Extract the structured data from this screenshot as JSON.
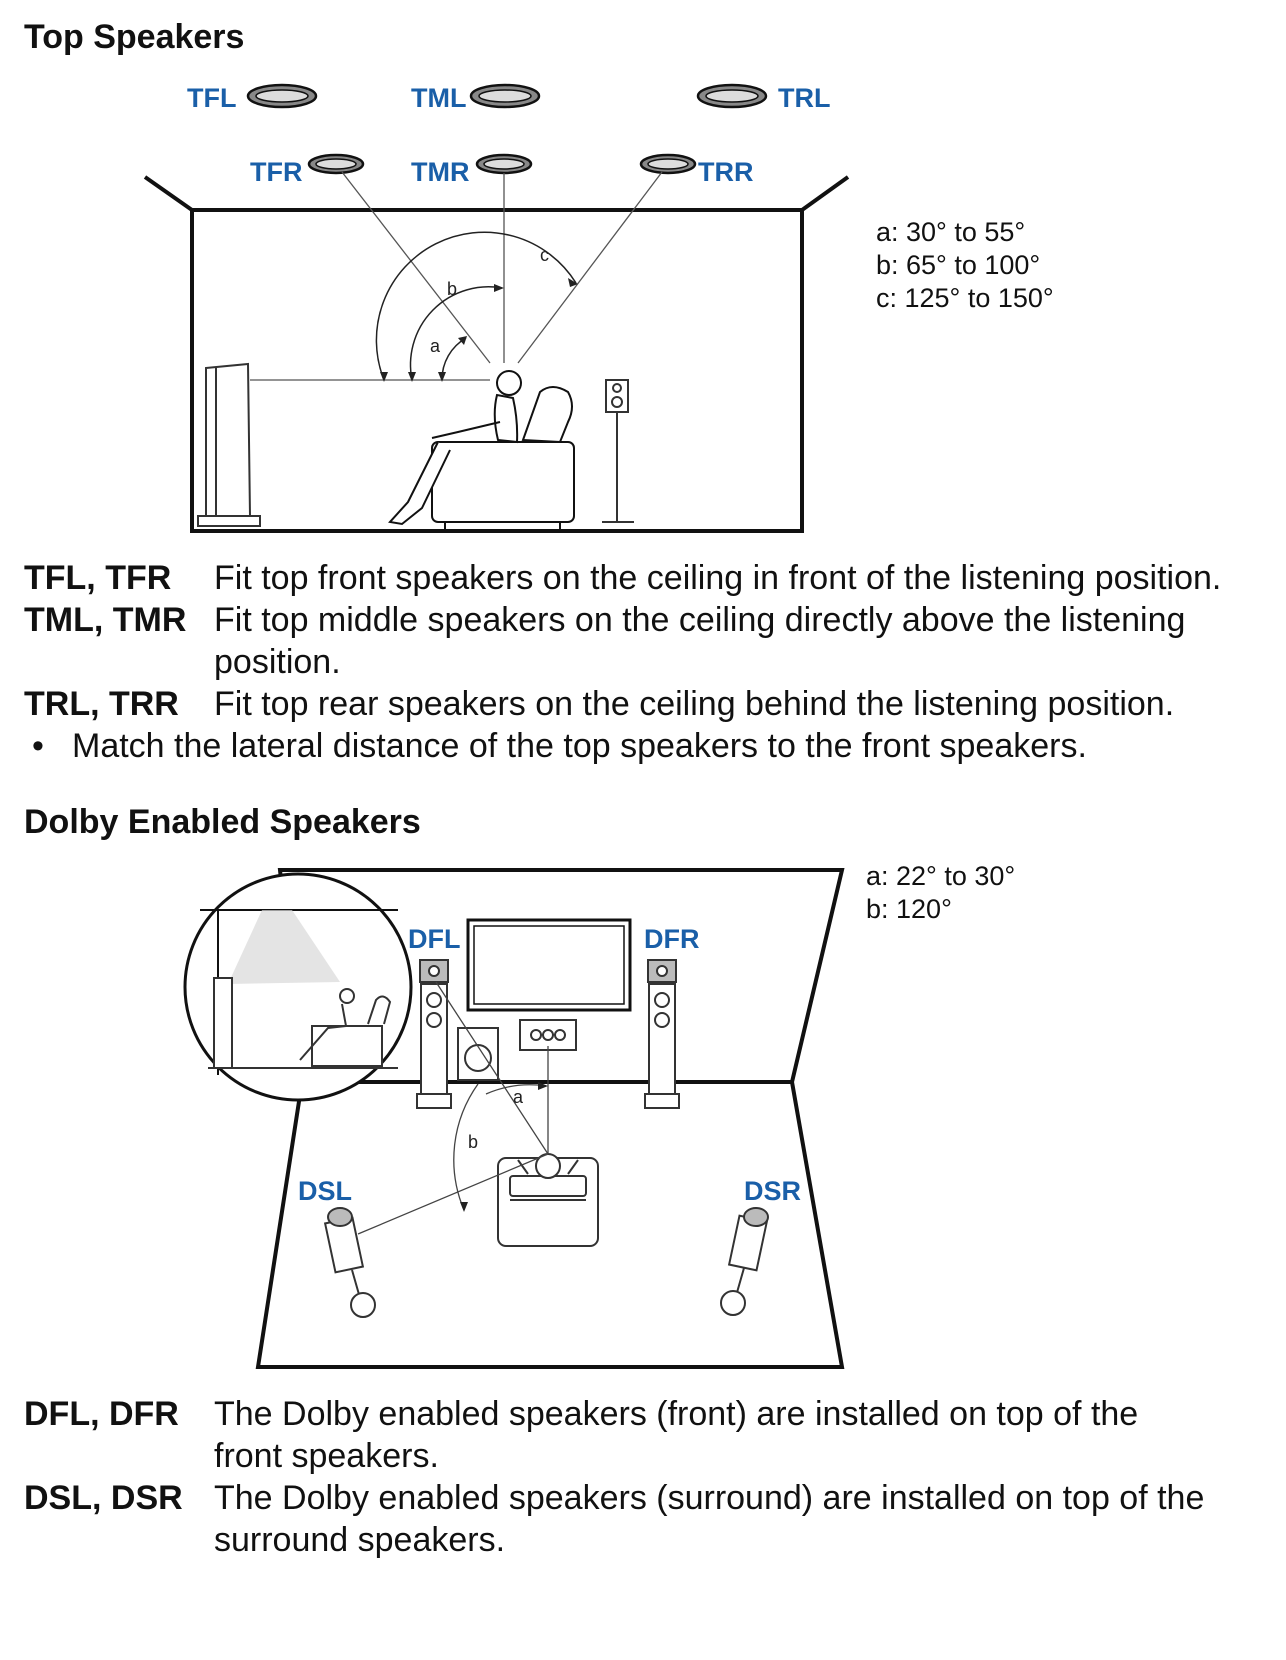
{
  "top_section": {
    "heading": "Top Speakers",
    "labels": {
      "tfl": "TFL",
      "tml": "TML",
      "trl": "TRL",
      "tfr": "TFR",
      "tmr": "TMR",
      "trr": "TRR",
      "a": "a",
      "b": "b",
      "c": "c"
    },
    "angle_legend": [
      "a: 30° to 55°",
      "b: 65° to 100°",
      "c: 125° to 150°"
    ],
    "descriptions": [
      {
        "term": "TFL, TFR",
        "text": "Fit top front speakers on the ceiling in front of the listening position."
      },
      {
        "term": "TML, TMR",
        "text": "Fit top middle speakers on the ceiling directly above the listening position."
      },
      {
        "term": "TRL, TRR",
        "text": "Fit top rear speakers on the ceiling behind the listening position."
      }
    ],
    "bullet": "Match the lateral distance of the top speakers to the front speakers."
  },
  "dolby_section": {
    "heading": "Dolby Enabled Speakers",
    "labels": {
      "dfl": "DFL",
      "dfr": "DFR",
      "dsl": "DSL",
      "dsr": "DSR",
      "a": "a",
      "b": "b"
    },
    "angle_legend": [
      "a: 22° to 30°",
      "b: 120°"
    ],
    "descriptions": [
      {
        "term": "DFL, DFR",
        "text": "The Dolby enabled speakers (front) are installed on top of the front speakers."
      },
      {
        "term": "DSL, DSR",
        "text": "The Dolby enabled speakers (surround) are installed on top of the surround speakers."
      }
    ]
  },
  "colors": {
    "label_blue": "#1a5fa8",
    "line": "#111111",
    "speaker_fill": "#d9d9d9"
  }
}
